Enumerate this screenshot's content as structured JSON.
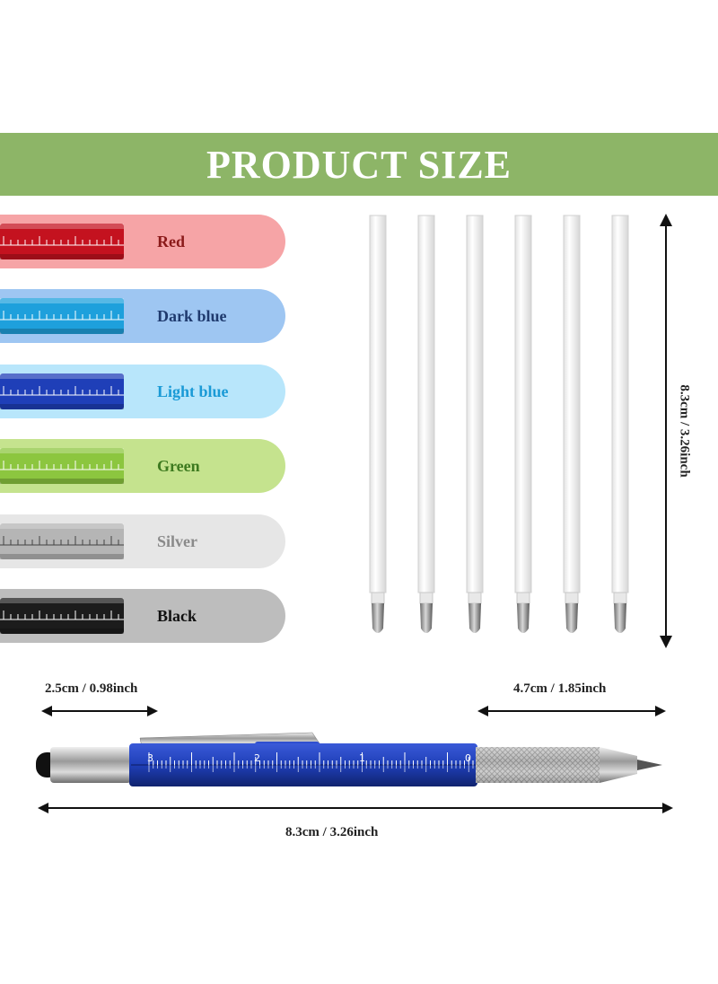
{
  "banner": {
    "title": "PRODUCT SIZE"
  },
  "swatches": [
    {
      "label": "Red",
      "bg": "#f6a4a6",
      "pen": "#c4121f",
      "text": "#8b1a1a"
    },
    {
      "label": "Dark blue",
      "bg": "#9ec6f2",
      "pen": "#1ea0dc",
      "text": "#1f3a6e"
    },
    {
      "label": "Light blue",
      "bg": "#b8e6fb",
      "pen": "#1f3fb8",
      "text": "#1a9ad6"
    },
    {
      "label": "Green",
      "bg": "#c5e38e",
      "pen": "#8cc63f",
      "text": "#3d7a1f"
    },
    {
      "label": "Silver",
      "bg": "#e6e6e6",
      "pen": "#b5b5b5",
      "text": "#8a8a8a"
    },
    {
      "label": "Black",
      "bg": "#bdbdbd",
      "pen": "#1c1c1c",
      "text": "#111111"
    }
  ],
  "dimensions": {
    "refill_height": "8.3cm / 3.26inch",
    "stylus_length": "2.5cm / 0.98inch",
    "tip_length": "4.7cm / 1.85inch",
    "total_length": "8.3cm / 3.26inch"
  },
  "pen": {
    "ruler_numbers": [
      "3",
      "2",
      "1",
      "0"
    ],
    "body_color": "#1f3fb8"
  }
}
